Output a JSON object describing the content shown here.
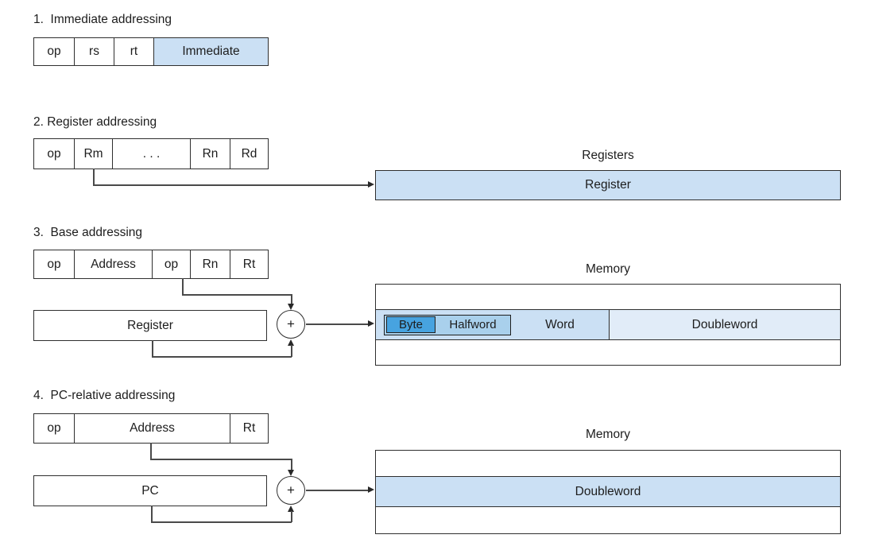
{
  "diagram": {
    "sections": {
      "immediate": {
        "title": "1.  Immediate addressing",
        "fields": {
          "op": "op",
          "rs": "rs",
          "rt": "rt",
          "immediate": "Immediate"
        }
      },
      "register": {
        "title": "2. Register addressing",
        "fields": {
          "op": "op",
          "rm": "Rm",
          "dots": ". . .",
          "rn": "Rn",
          "rd": "Rd"
        },
        "registers_title": "Registers",
        "register_row": "Register"
      },
      "base": {
        "title": "3.  Base addressing",
        "fields": {
          "op": "op",
          "address": "Address",
          "op2": "op",
          "rn": "Rn",
          "rt": "Rt"
        },
        "register_box": "Register",
        "adder": "+",
        "memory_title": "Memory",
        "memory_row": {
          "byte": "Byte",
          "halfword": "Halfword",
          "word": "Word",
          "doubleword": "Doubleword"
        }
      },
      "pc_relative": {
        "title": "4.  PC-relative addressing",
        "fields": {
          "op": "op",
          "address": "Address",
          "rt": "Rt"
        },
        "pc_box": "PC",
        "adder": "+",
        "memory_title": "Memory",
        "memory_row": {
          "doubleword": "Doubleword"
        }
      }
    },
    "colors": {
      "highlight_light": "#cbe0f4",
      "highlight_mid": "#a9d0ec",
      "highlight_bright": "#47a3e0",
      "highlight_pale": "#e1ecf8"
    }
  }
}
